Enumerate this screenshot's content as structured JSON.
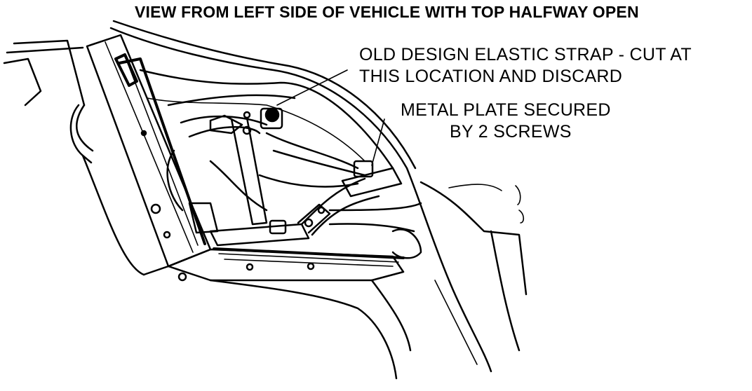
{
  "diagram": {
    "title": "VIEW FROM LEFT SIDE OF VEHICLE WITH TOP HALFWAY OPEN",
    "callouts": {
      "strap": {
        "line1": "OLD DESIGN ELASTIC STRAP - CUT AT",
        "line2": "THIS LOCATION AND DISCARD"
      },
      "plate": {
        "line1": "METAL PLATE SECURED",
        "line2": "BY 2 SCREWS"
      }
    },
    "colors": {
      "ink": "#000000",
      "paper": "#ffffff"
    }
  }
}
